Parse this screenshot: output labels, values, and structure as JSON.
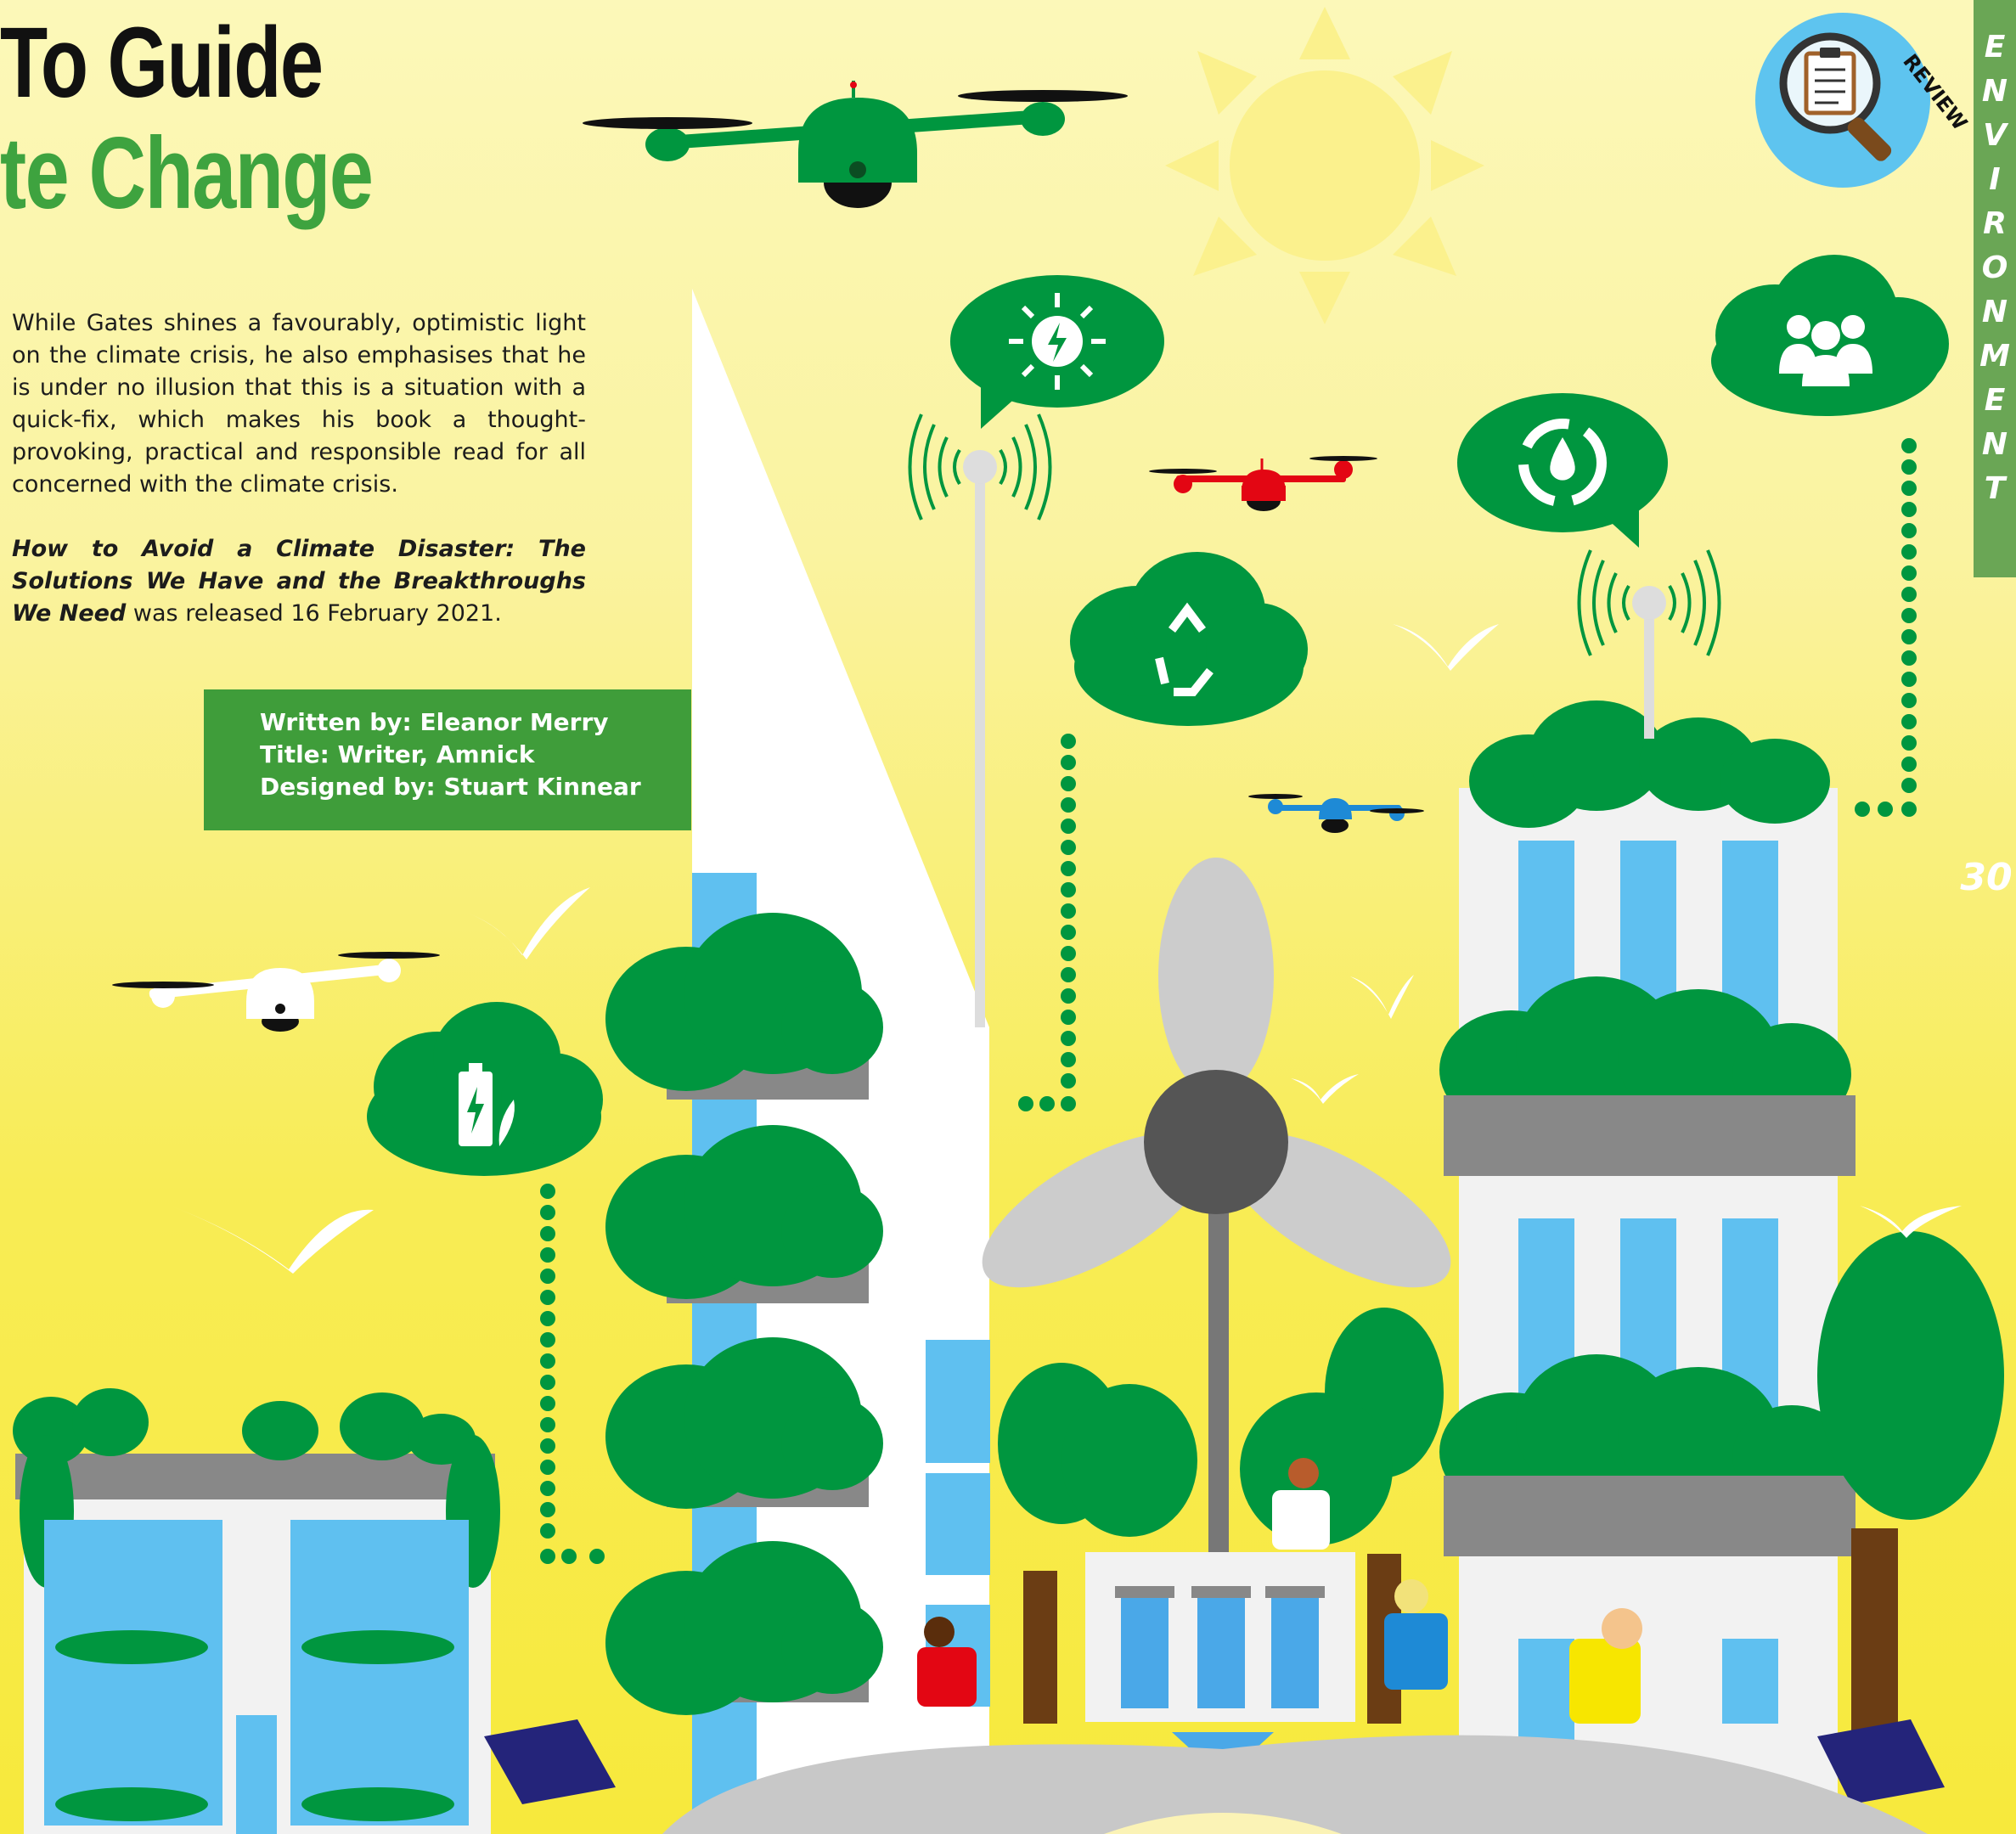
{
  "headline": {
    "line1": "To Guide",
    "line2": "te Change"
  },
  "article": {
    "paragraph1": "While Gates shines a favourably, optimistic light on the climate crisis, he also emphasises that he is under no illusion that this is a situation with a quick-fix, which makes his book a thought-provoking, practical and responsible read for all concerned with the climate crisis.",
    "book_title": "How to Avoid a Climate Disaster: The Solutions We Have and the Breakthroughs We Need",
    "paragraph2_rest": " was released 16 February 2021."
  },
  "credits": {
    "written_by": "Written by: Eleanor Merry",
    "title": "Title: Writer, Amnick",
    "designed_by": "Designed by: Stuart Kinnear"
  },
  "section_tab": {
    "letters": [
      "E",
      "N",
      "V",
      "I",
      "R",
      "O",
      "N",
      "M",
      "E",
      "N",
      "T"
    ]
  },
  "badge": {
    "label": "REVIEW",
    "icon": "clipboard-magnifier-icon"
  },
  "page_number": "30",
  "colors": {
    "headline_dark": "#111111",
    "headline_green": "#3ea33f",
    "credit_box": "#3f9d3a",
    "section_tab": "#6aa655",
    "tree_green": "#00963f",
    "sky_blue": "#5fc0f0"
  },
  "illustration_icons": [
    "sun-icon",
    "drone-icon",
    "wind-turbine-icon",
    "recycle-icon",
    "water-cycle-icon",
    "community-icon",
    "battery-leaf-icon",
    "solar-energy-icon",
    "solar-panel-icon",
    "open-book-icon"
  ]
}
